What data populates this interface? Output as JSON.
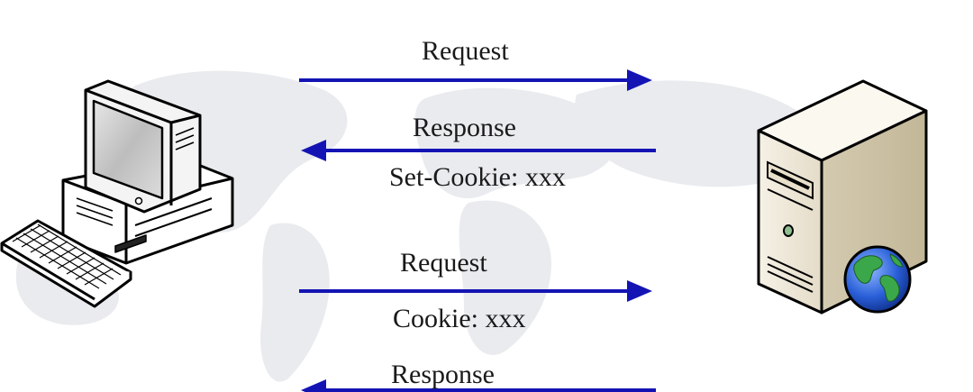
{
  "colors": {
    "arrow": "#1414b4",
    "background": "#ffffff",
    "map": "#e9ebee",
    "text": "#1a1a1a"
  },
  "client": {
    "icon": "desktop-computer-icon"
  },
  "server": {
    "icon": "server-tower-icon",
    "badge_icon": "globe-icon"
  },
  "exchanges": [
    {
      "label": "Request",
      "direction": "to-server"
    },
    {
      "label": "Response",
      "direction": "to-client",
      "header": "Set-Cookie: xxx"
    },
    {
      "label": "Request",
      "direction": "to-server",
      "header": "Cookie: xxx"
    },
    {
      "label": "Response",
      "direction": "to-client"
    }
  ]
}
